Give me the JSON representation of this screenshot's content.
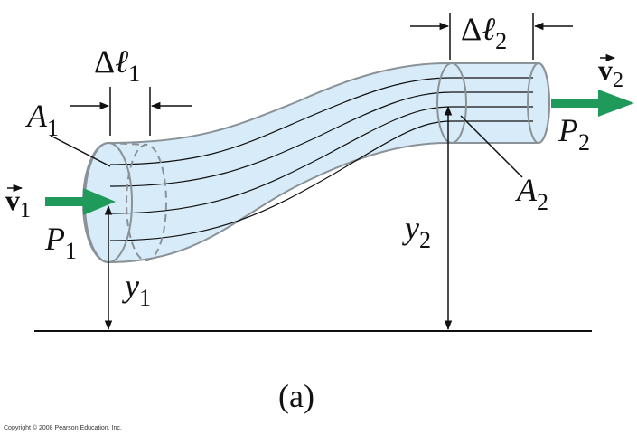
{
  "diagram": {
    "delta_l1": {
      "delta": "Δ",
      "ell": "ℓ",
      "sub": "1"
    },
    "delta_l2": {
      "delta": "Δ",
      "ell": "ℓ",
      "sub": "2"
    },
    "A1": {
      "main": "A",
      "sub": "1"
    },
    "A2": {
      "main": "A",
      "sub": "2"
    },
    "v1": {
      "main": "v",
      "sub": "1"
    },
    "v2": {
      "main": "v",
      "sub": "2"
    },
    "P1": {
      "main": "P",
      "sub": "1"
    },
    "P2": {
      "main": "P",
      "sub": "2"
    },
    "y1": {
      "main": "y",
      "sub": "1"
    },
    "y2": {
      "main": "y",
      "sub": "2"
    },
    "caption": "(a)",
    "copyright": "Copyright © 2008 Pearson Education, Inc."
  },
  "colors": {
    "tube_fill": "#d7ecf8",
    "tube_stroke": "#8a9298",
    "arrow_green": "#1f9a5a",
    "line": "#111111"
  }
}
